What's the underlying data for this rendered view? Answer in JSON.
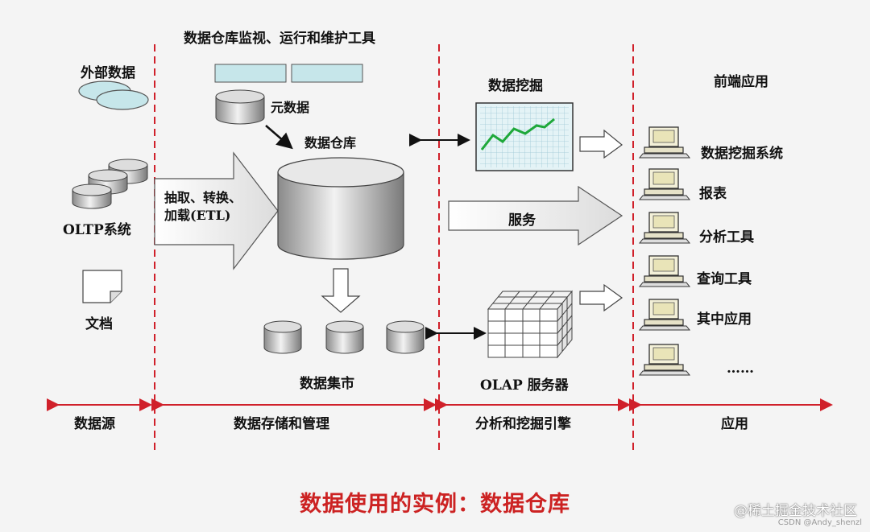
{
  "tools_title": "数据仓库监视、运行和维护工具",
  "sources": {
    "external": "外部数据",
    "oltp": "OLTP系统",
    "docs": "文档"
  },
  "metadata_label": "元数据",
  "warehouse_label": "数据仓库",
  "etl_line1": "抽取、转换、",
  "etl_line2": "加载(ETL)",
  "datamart_label": "数据集市",
  "mining_label": "数据挖掘",
  "service_label": "服务",
  "olap_label": "OLAP 服务器",
  "frontend_title": "前端应用",
  "apps": [
    "数据挖掘系统",
    "报表",
    "分析工具",
    "查询工具",
    "其中应用",
    "……"
  ],
  "sections": [
    "数据源",
    "数据存储和管理",
    "分析和挖掘引擎",
    "应用"
  ],
  "caption": "数据使用的实例：数据仓库",
  "watermark": "@稀土掘金技术社区",
  "watermark_small": "CSDN @Andy_shenzl",
  "colors": {
    "divider": "#d0202a",
    "caption": "#cc2222",
    "cyan": "#c6e6ea"
  }
}
